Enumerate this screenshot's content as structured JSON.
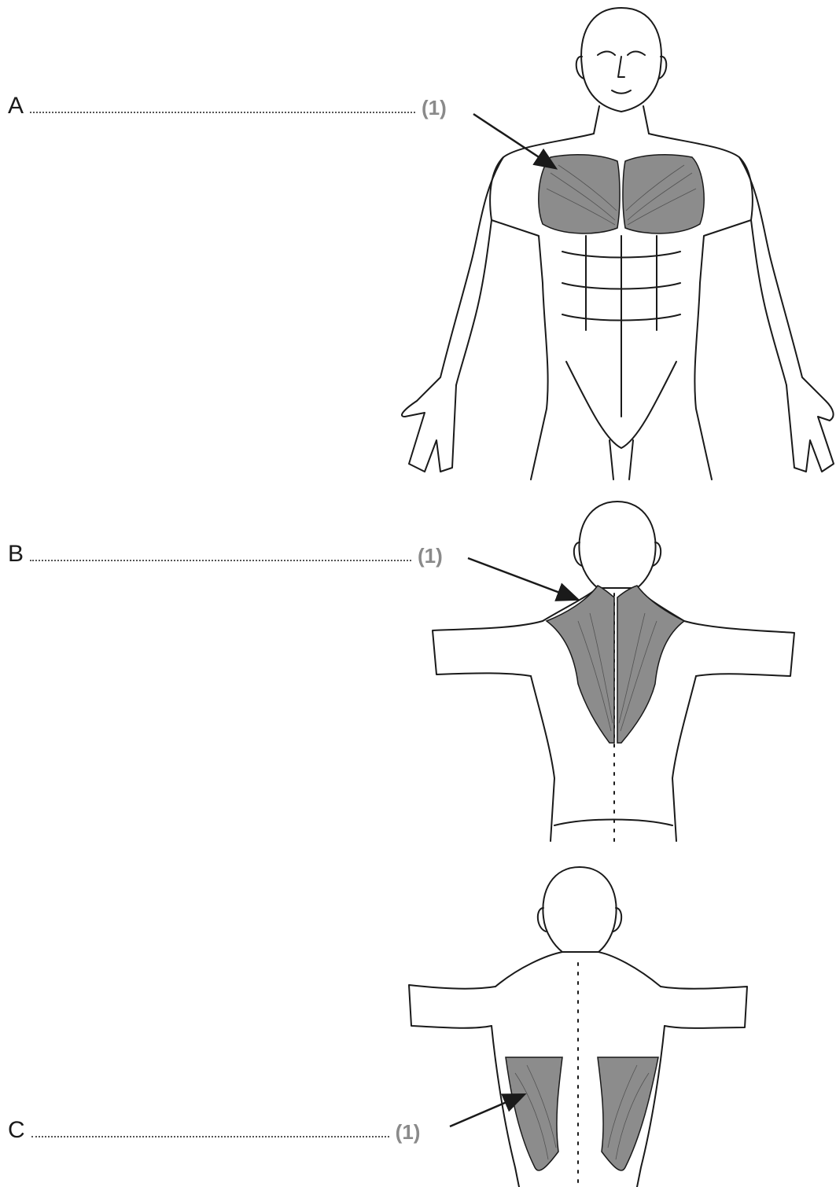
{
  "questions": [
    {
      "letter": "A",
      "mark": "(1)",
      "highlighted_muscle": "chest"
    },
    {
      "letter": "B",
      "mark": "(1)",
      "highlighted_muscle": "upper back / neck"
    },
    {
      "letter": "C",
      "mark": "(1)",
      "highlighted_muscle": "lower back sides"
    }
  ],
  "colors": {
    "muscle_highlight": "#8c8c8c",
    "outline": "#1a1a1a",
    "mark_text": "#8a8a8a"
  }
}
